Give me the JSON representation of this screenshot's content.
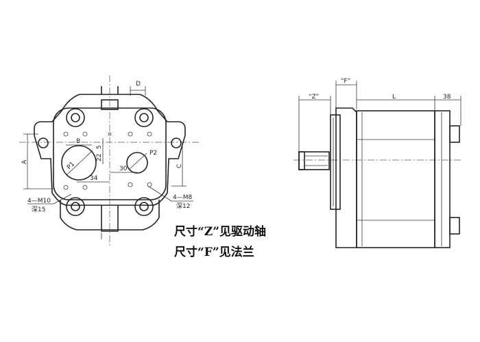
{
  "labels": {
    "dim_d": "D",
    "dim_b": "B",
    "dim_5": "5",
    "dim_22": "22",
    "dim_34": "34",
    "dim_30": "30",
    "dim_a": "A",
    "dim_c": "C",
    "port_p1": "P1",
    "port_p2": "P2",
    "thread_left": "4—M10",
    "depth_left": "深15",
    "thread_right": "4—M8",
    "depth_right": "深12",
    "dim_z": "“Z”",
    "dim_f": "“F”",
    "dim_l": "L",
    "dim_38": "38"
  },
  "notes": {
    "line1": "尺寸“Z”见驱动轴",
    "line2": "尺寸“F”见法兰"
  }
}
